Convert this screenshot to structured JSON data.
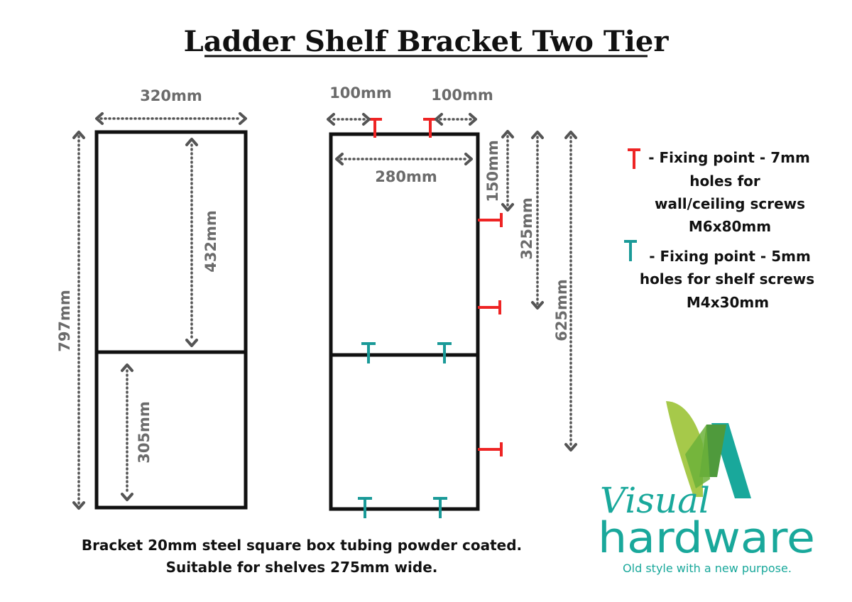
{
  "title": "Ladder Shelf Bracket Two Tier",
  "left_bracket": {
    "width_label": "320mm",
    "height_label": "797mm",
    "upper_label": "432mm",
    "lower_label": "305mm"
  },
  "right_bracket": {
    "left_offset_label": "100mm",
    "right_offset_label": "100mm",
    "inner_width_label": "280mm",
    "dim_150_label": "150mm",
    "dim_325_label": "325mm",
    "dim_625_label": "625mm"
  },
  "legend": {
    "wall_fixing": {
      "color": "#ee2424",
      "lines": [
        "- Fixing point - 7mm",
        "holes for",
        "wall/ceiling screws",
        "M6x80mm"
      ]
    },
    "shelf_fixing": {
      "color": "#1a9a98",
      "lines": [
        "- Fixing point - 5mm",
        "holes for shelf screws",
        "M4x30mm"
      ]
    }
  },
  "caption": {
    "line1": "Bracket 20mm steel square box tubing powder coated.",
    "line2": "Suitable for shelves 275mm wide."
  },
  "brand": {
    "script": "Visual",
    "main": "hardware",
    "tagline": "Old style with a new purpose.",
    "colors": {
      "teal": "#19a89b",
      "lime": "#a6c94a",
      "green": "#4f9a3c"
    }
  }
}
